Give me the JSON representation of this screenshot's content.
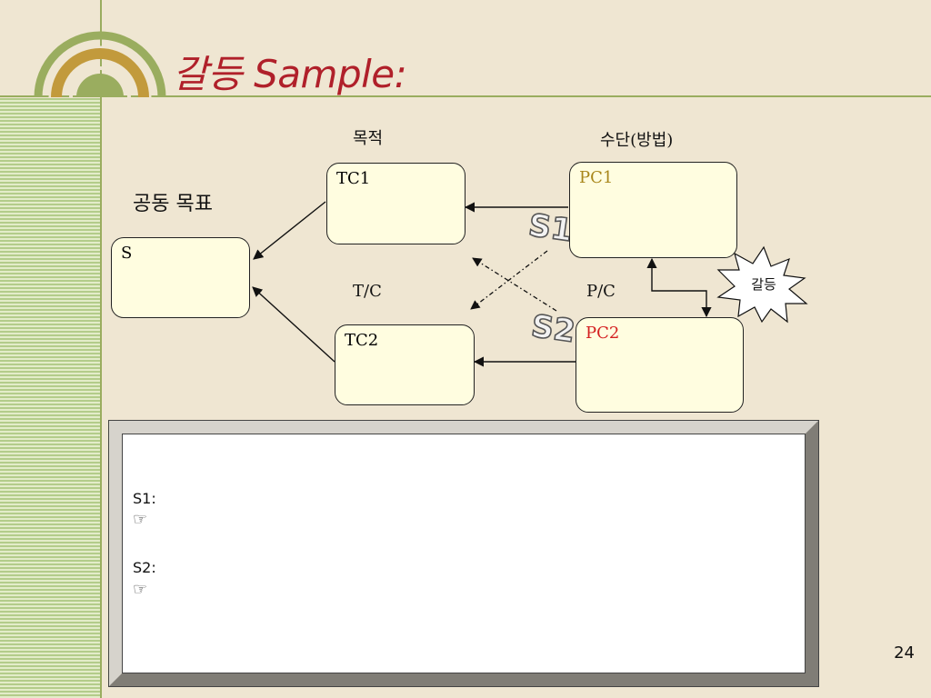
{
  "slide": {
    "title": "갈등 Sample:",
    "page_number": "24"
  },
  "diagram": {
    "label_purpose": "목적",
    "label_means": "수단(방법)",
    "label_common_goal": "공동 목표",
    "label_tc": "T/C",
    "label_pc": "P/C",
    "box_s": "S",
    "box_tc1": "TC1",
    "box_tc2": "TC2",
    "box_pc1": "PC1",
    "box_pc2": "PC2",
    "badge_s1": "S1",
    "badge_s2": "S2",
    "conflict_label": "갈등",
    "colors": {
      "pc1_text": "#a8861a",
      "pc2_text": "#d42020",
      "title": "#b0202a"
    }
  },
  "panel": {
    "s1_label": "S1:",
    "s1_pointer": "☞",
    "s2_label": "S2:",
    "s2_pointer": "☞"
  }
}
